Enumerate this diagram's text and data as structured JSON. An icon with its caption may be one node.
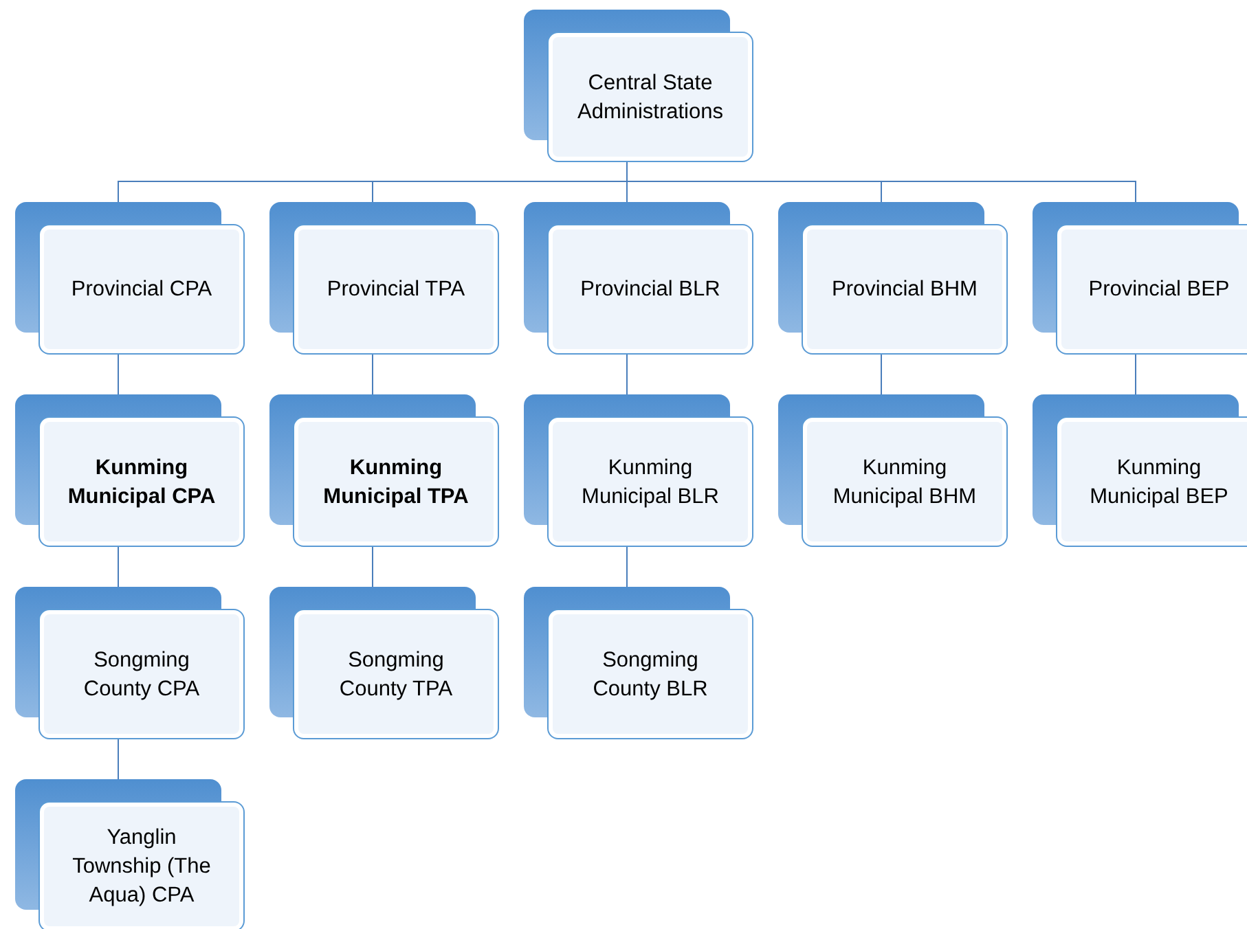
{
  "diagram": {
    "nodes": [
      {
        "text": [
          "Central State Administrations"
        ]
      },
      {
        "text": [
          "Provincial CPA"
        ]
      },
      {
        "text": [
          "Provincial TPA"
        ]
      },
      {
        "text": [
          "Provincial BLR"
        ]
      },
      {
        "text": [
          "Provincial BHM"
        ]
      },
      {
        "text": [
          "Provincial BEP"
        ]
      },
      {
        "text": [
          "**Kunming Municipal CPA**"
        ]
      },
      {
        "text": [
          "**Kunming Municipal TPA**"
        ]
      },
      {
        "text": [
          "Kunming Municipal BLR"
        ]
      },
      {
        "text": [
          "Kunming Municipal BHM"
        ]
      },
      {
        "text": [
          "Kunming Municipal BEP"
        ]
      },
      {
        "text": [
          "Songming County CPA"
        ]
      },
      {
        "text": [
          "Songming County TPA"
        ]
      },
      {
        "text": [
          "Songming County BLR"
        ]
      },
      {
        "text": [
          "Yanglin Township (The Aqua) CPA"
        ]
      }
    ],
    "edges": [
      {
        "from": 0,
        "to": 1,
        "arrow": "none"
      },
      {
        "from": 0,
        "to": 2,
        "arrow": "none"
      },
      {
        "from": 0,
        "to": 3,
        "arrow": "none"
      },
      {
        "from": 0,
        "to": 4,
        "arrow": "none"
      },
      {
        "from": 0,
        "to": 5,
        "arrow": "none"
      },
      {
        "from": 1,
        "to": 6,
        "arrow": "none"
      },
      {
        "from": 2,
        "to": 7,
        "arrow": "none"
      },
      {
        "from": 3,
        "to": 8,
        "arrow": "none"
      },
      {
        "from": 4,
        "to": 9,
        "arrow": "none"
      },
      {
        "from": 5,
        "to": 10,
        "arrow": "none"
      },
      {
        "from": 6,
        "to": 11,
        "arrow": "none"
      },
      {
        "from": 7,
        "to": 12,
        "arrow": "none"
      },
      {
        "from": 8,
        "to": 13,
        "arrow": "none"
      },
      {
        "from": 11,
        "to": 14,
        "arrow": "none"
      }
    ]
  }
}
